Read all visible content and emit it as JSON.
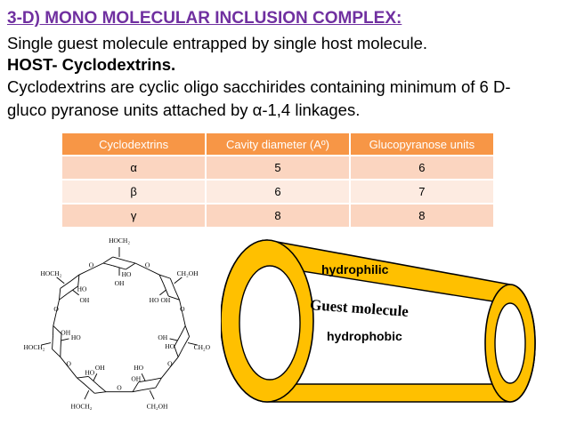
{
  "heading": "3-D) MONO MOLECULAR INCLUSION COMPLEX:",
  "lines": {
    "definition": "Single guest molecule entrapped by single host molecule.",
    "host": "HOST- Cyclodextrins.",
    "description_1": "Cyclodextrins are cyclic oligo sacchirides containing minimum of 6 D-",
    "description_2": "gluco pyranose units attached by α-1,4 linkages."
  },
  "table": {
    "headers": [
      "Cyclodextrins",
      "Cavity diameter (Aº)",
      "Glucopyranose units"
    ],
    "rows": [
      [
        "α",
        "5",
        "6"
      ],
      [
        "β",
        "6",
        "7"
      ],
      [
        "γ",
        "8",
        "8"
      ]
    ]
  },
  "structure_labels": {
    "ch2oh": "CH₂OH",
    "hoch2": "HOCH₂",
    "oh": "OH",
    "ho": "HO",
    "o": "O"
  },
  "tube_labels": {
    "hydrophilic": "hydrophilic",
    "guest": "Guest molecule",
    "hydrophobic": "hydrophobic"
  },
  "colors": {
    "heading": "#7030a0",
    "table_header": "#f79646",
    "table_row_odd": "#fbd5c0",
    "table_row_even": "#fdebe1",
    "tube_fill": "#ffc000"
  }
}
